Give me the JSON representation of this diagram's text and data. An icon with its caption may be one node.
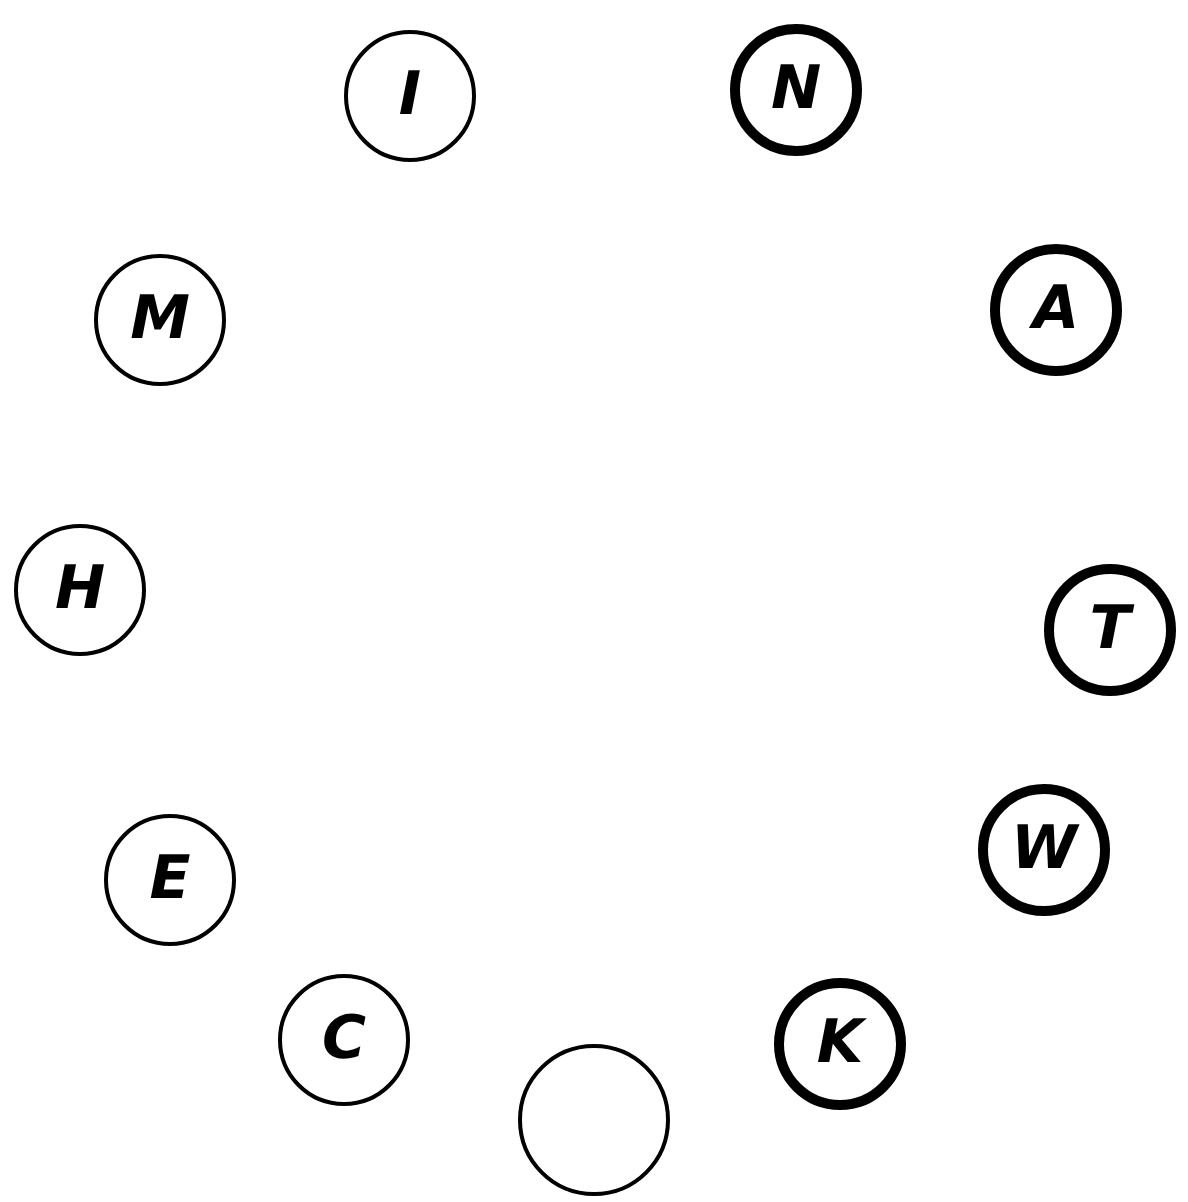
{
  "diagram": {
    "nodes": [
      {
        "text": [
          "I"
        ]
      },
      {
        "text": [
          "N"
        ]
      },
      {
        "text": [
          "M"
        ]
      },
      {
        "text": [
          "A"
        ]
      },
      {
        "text": [
          "H"
        ]
      },
      {
        "text": [
          "T"
        ]
      },
      {
        "text": [
          "E"
        ]
      },
      {
        "text": [
          "W"
        ]
      },
      {
        "text": [
          "C"
        ]
      },
      {
        "text": [],
        "shape": "circle"
      },
      {
        "text": [
          "K"
        ]
      }
    ]
  }
}
